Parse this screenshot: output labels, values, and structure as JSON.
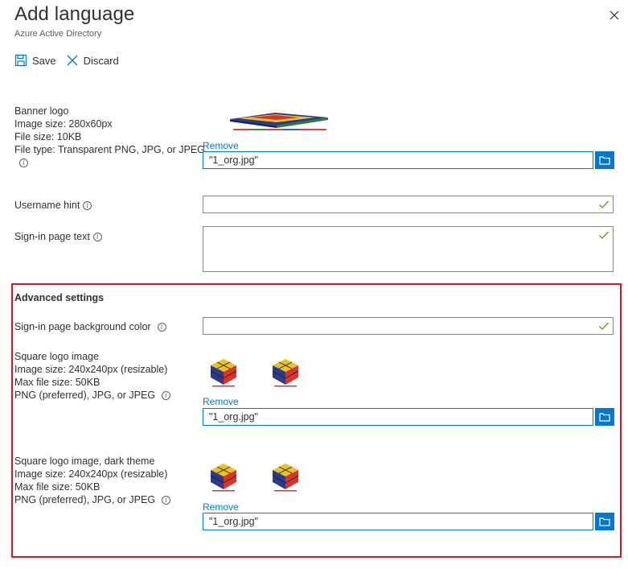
{
  "header": {
    "title": "Add language",
    "subtitle": "Azure Active Directory",
    "close_icon": "close-icon"
  },
  "toolbar": {
    "save_label": "Save",
    "discard_label": "Discard"
  },
  "banner_logo": {
    "label_lines": [
      "Banner logo",
      "Image size: 280x60px",
      "File size: 10KB",
      "File type: Transparent PNG, JPG, or JPEG"
    ],
    "remove_label": "Remove",
    "file_value": "\"1_org.jpg\""
  },
  "username_hint": {
    "label": "Username hint",
    "value": ""
  },
  "signin_text": {
    "label": "Sign-in page text",
    "value": ""
  },
  "advanced": {
    "title": "Advanced settings",
    "bg_color_label": "Sign-in page background color",
    "bg_color_value": "",
    "square_logo": {
      "label_lines": [
        "Square logo image",
        "Image size: 240x240px (resizable)",
        "Max file size: 50KB",
        "PNG (preferred), JPG, or JPEG"
      ],
      "remove_label": "Remove",
      "file_value": "\"1_org.jpg\""
    },
    "square_logo_dark": {
      "label_lines": [
        "Square logo image, dark theme",
        "Image size: 240x240px (resizable)",
        "Max file size: 50KB",
        "PNG (preferred), JPG, or JPEG"
      ],
      "remove_label": "Remove",
      "file_value": "\"1_org.jpg\""
    }
  },
  "colors": {
    "accent": "#0078d4",
    "highlight_border": "#e81123",
    "check": "#57a300"
  }
}
